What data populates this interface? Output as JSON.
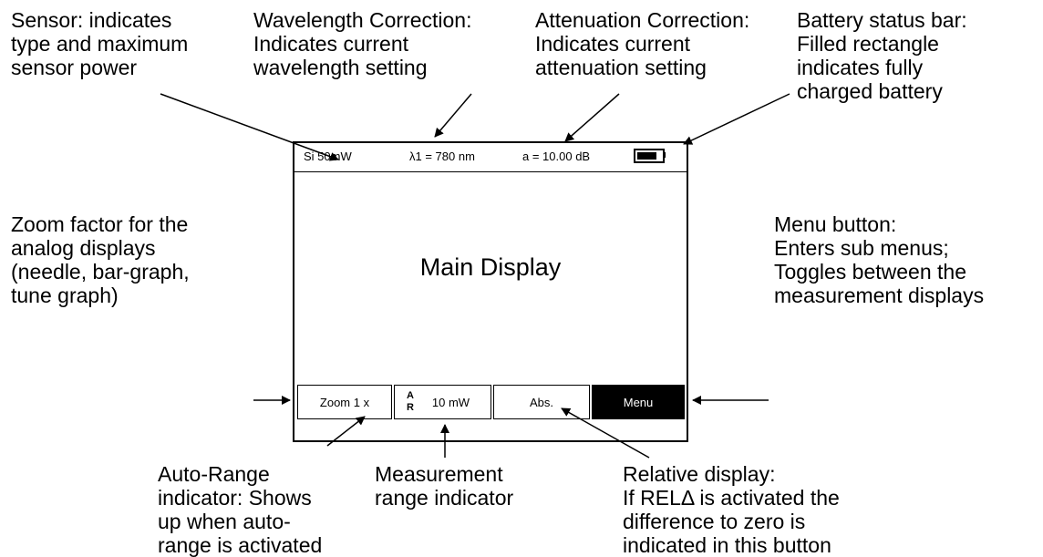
{
  "annotations": {
    "sensor": [
      "Sensor: indicates",
      "type and  maximum",
      "sensor power"
    ],
    "wavelength": [
      "Wavelength Correction:",
      "Indicates current",
      "wavelength setting"
    ],
    "attenuation": [
      "Attenuation Correction:",
      "Indicates current",
      "attenuation setting"
    ],
    "battery": [
      "Battery status bar:",
      "Filled rectangle",
      "indicates fully",
      "charged battery"
    ],
    "zoom": [
      "Zoom factor for the",
      "analog displays",
      "(needle, bar-graph,",
      "tune graph)"
    ],
    "menu": [
      "Menu button:",
      "Enters sub menus;",
      "Toggles between the",
      "measurement displays"
    ],
    "auto_range": [
      "Auto-Range",
      "indicator: Shows",
      "up when auto-",
      "range is activated"
    ],
    "measurement_range": [
      "Measurement",
      "range indicator"
    ],
    "relative": [
      "Relative display:",
      "If RELΔ is activated the",
      "difference to zero is",
      "indicated in this button"
    ]
  },
  "screen": {
    "sensor": "Si 50mW",
    "wavelength": "λ1 = 780 nm",
    "attenuation": "a = 10.00 dB",
    "battery_level": 0.8,
    "main_display": "Main Display",
    "softkeys": {
      "zoom": "Zoom 1 x",
      "auto_range_badge": [
        "A",
        "R"
      ],
      "range": "10 mW",
      "abs": "Abs.",
      "menu": "Menu"
    }
  },
  "colors": {
    "ink": "#000000",
    "paper": "#ffffff"
  }
}
